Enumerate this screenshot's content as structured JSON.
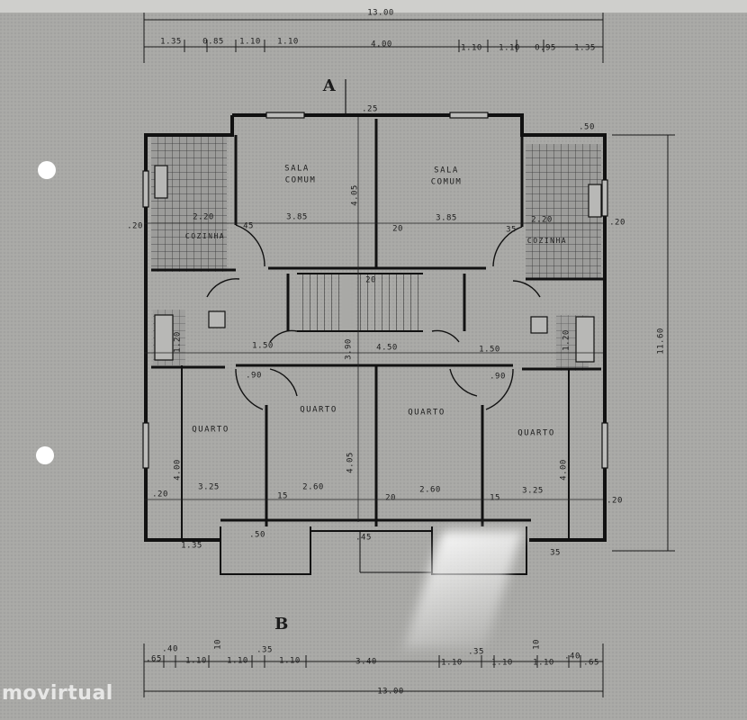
{
  "marks": {
    "top": "A",
    "bottom": "B"
  },
  "rooms": {
    "sala_left_line1": "SALA",
    "sala_left_line2": "COMUM",
    "sala_right_line1": "SALA",
    "sala_right_line2": "COMUM",
    "cozinha_left": "COZINHA",
    "cozinha_right": "COZINHA",
    "quarto_1": "QUARTO",
    "quarto_2": "QUARTO",
    "quarto_3": "QUARTO",
    "quarto_4": "QUARTO"
  },
  "dims_top": {
    "overall": "13.00",
    "segments": [
      "1.35",
      "0.85",
      "1.10",
      "1.10",
      "4.00",
      "1.10",
      "1.10",
      "0.95",
      "1.35"
    ],
    "wall_25": ".25",
    "wall_50": ".50"
  },
  "dims_bottom": {
    "overall": "13.00",
    "segments": [
      ".65",
      ".40",
      "1.10",
      "1.10",
      ".35",
      "1.10",
      "3.40",
      "1.10",
      ".35",
      "1.10",
      "1.10",
      ".40",
      ".65"
    ],
    "v10_left": "10",
    "v10_right": "10"
  },
  "dims_right": {
    "overall": "11.60"
  },
  "dims_inner": {
    "left_wall": ".20",
    "right_wall": ".20",
    "coz_w_left": "2.20",
    "coz_w_right": "2.20",
    "w45": "45",
    "sala_left": "3.85",
    "sala_right": "3.85",
    "w20_mid": "20",
    "w35": "35",
    "sala_h": "4.05",
    "stair_20": "20",
    "hall_left": "1.50",
    "hall_center": "4.50",
    "hall_right": "1.50",
    "hall_h": "3.90",
    "d90_left": ".90",
    "d90_right": ".90",
    "q_left": "3.25",
    "q_mid_left": "2.60",
    "q_mid_right": "2.60",
    "q_right": "3.25",
    "w15_left": "15",
    "w20_bottom": "20",
    "w15_right": "15",
    "w20_bl": ".20",
    "w20_br": ".20",
    "quarto_h_left": "4.00",
    "quarto_h_mid": "4.05",
    "quarto_h_right": "4.00",
    "wc_left_h": "1.20",
    "wc_right_h": "1.20",
    "bal_50": ".50",
    "bal_45": ".45",
    "w135": "1.35",
    "w35_br": "35"
  },
  "watermark": "movirtual"
}
